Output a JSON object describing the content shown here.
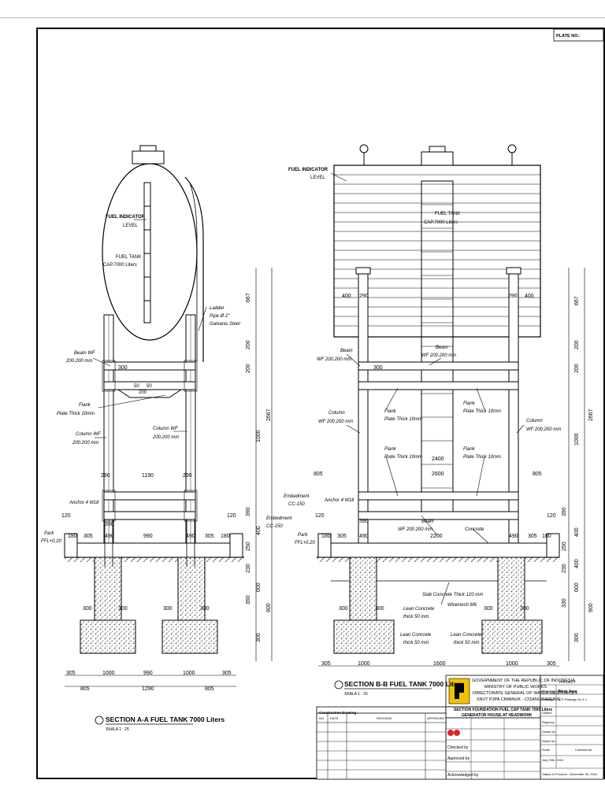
{
  "plate_no": "PLATE NO.:",
  "section_a": {
    "title": "SECTION A-A FUEL TANK 7000 Liters",
    "scale": "SKALA 1 : 25",
    "labels": {
      "fuel_indicator": "FUEL INDICATOR",
      "level": "LEVEL",
      "fuel_tank": "FUEL TANK",
      "cap": "CAP.7000 Liters",
      "ladder": "Ladder",
      "ladder_pipe": "Pipe Ø 2\"",
      "ladder_steel": "Galvanis Steel",
      "beam": "Beam WF",
      "beam_size": "200.200 mm",
      "flank": "Flank",
      "flank_plate": "Plate Thick 10mm",
      "column_l": "Column WF",
      "column_l_size": "200.200 mm",
      "column_r": "Column WF",
      "column_r_size": "200.200 mm",
      "anchor": "Anchor 4 M18",
      "embedment": "Embedment",
      "embedment_size": "CC-150",
      "park": "Park",
      "ffl": "FFL+0.20"
    },
    "dims_right": [
      "667",
      "200",
      "200",
      "1000",
      "2667",
      "390",
      "400",
      "250",
      "230",
      "350",
      "600",
      "900",
      "300"
    ],
    "dims_bottom": [
      "305",
      "1000",
      "990",
      "1000",
      "305",
      "805",
      "1290",
      "805"
    ],
    "dims_inner": [
      "300",
      "1190",
      "290",
      "290",
      "390",
      "490",
      "990",
      "490",
      "180",
      "305",
      "305",
      "180",
      "120",
      "120",
      "300",
      "300",
      "300",
      "300",
      "200",
      "50",
      "50"
    ]
  },
  "section_b": {
    "title": "SECTION B-B FUEL TANK 7000 Liters",
    "scale": "SKALA 1 : 25",
    "labels": {
      "fuel_indicator": "FUEL INDICATOR",
      "level": "LEVEL",
      "fuel_tank": "FUEL TANK",
      "cap": "CAP.7000 Liters",
      "beam_top": "Beam",
      "beam_top_size": "WF 200.200 mm",
      "beam_left": "Beam",
      "beam_left_size": "WF 200.200 mm",
      "flank1": "Flank",
      "flank1_plate": "Plate Thick 10mm",
      "flank2": "Flank",
      "flank2_plate": "Plate Thick 10mm",
      "flank3": "Flank",
      "flank3_plate": "Plate Thick 10mm",
      "flank4": "Flank",
      "flank4_plate": "Plate Thick 10mm",
      "column_l": "Column",
      "column_l_size": "WF 200.200 mm",
      "column_r": "Column",
      "column_r_size": "WF 200.200 mm",
      "embedment": "Embedment",
      "embedment_size": "CC-150",
      "anchor": "Anchor 4 M18",
      "park": "Park",
      "ffl": "FFL+0.20",
      "beam_low": "Beam",
      "beam_low_size": "WF 200.200 mm",
      "concrete": "Concrete",
      "slab": "Slab Concrete Thick 120 mm",
      "wiremesh": "Wiremesh M6",
      "lean1": "Lean Concrete",
      "lean1_t": "thick 50 mm",
      "lean2": "Lean Concrete",
      "lean2_t": "thick 50 mm",
      "lean3": "Lean Concrete",
      "lean3_t": "thick 50 mm"
    },
    "dims_right": [
      "667",
      "200",
      "200",
      "1000",
      "2667",
      "390",
      "400",
      "250",
      "230",
      "400",
      "600",
      "330",
      "300",
      "900"
    ],
    "dims_bottom": [
      "305",
      "1000",
      "1600",
      "1000",
      "305"
    ],
    "dims_inner": [
      "400",
      "290",
      "290",
      "400",
      "300",
      "805",
      "2400",
      "2600",
      "805",
      "390",
      "490",
      "2200",
      "490",
      "180",
      "305",
      "305",
      "180",
      "120",
      "120",
      "300",
      "300",
      "300",
      "300"
    ]
  },
  "title_block": {
    "gov1": "GOVERNMENT OF THE REPUBLIC OF INDONESIA",
    "gov2": "MINISTRY OF PUBLIC WORKS",
    "gov3": "DIRECTORATE GENERAL OF WATER RESOURCES",
    "gov4": "SNVT PJPA CIMANUK - CISANGGARUNG",
    "project_top": "PROJECT",
    "drawing_title1": "SECTION FOUNDATION FUEL CAP TANK 7000 Liters",
    "drawing_title2": "GENERATOR HOUSE AT HEADWORK",
    "construction_drawing": "Construction Drawing",
    "province_label": "Province",
    "province": "West Java",
    "package_label": "Package",
    "package": "JCS Package No.1.1",
    "district_label": "District",
    "regency_label": "Regency",
    "drawn_label": "Drawn by",
    "sheet_label": "Sheet No.",
    "scale_label": "Scale",
    "date": "July 29th, 2024",
    "contract_label": "Contract No.",
    "status": "Status to Proceed : December 09, 2024",
    "checked": "Checked by",
    "approved": "Approved by",
    "acknowledged": "Acknowledged by",
    "rev_cols": [
      "NO",
      "DATE",
      "REVISION",
      "APPROVED"
    ]
  }
}
